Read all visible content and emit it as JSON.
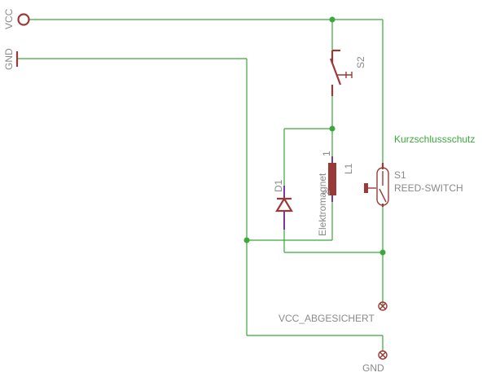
{
  "labels": {
    "vcc": "VCC",
    "gnd_top": "GND",
    "s2": "S2",
    "kurzschlussschutz": "Kurzschlussschutz",
    "s1": "S1",
    "reed_switch": "REED-SWITCH",
    "l1": "L1",
    "l1_pin1": "1",
    "l1_pin2": "2",
    "elektromagnet": "Elektromagnet",
    "d1": "D1",
    "vcc_abgesichert": "VCC_ABGESICHERT",
    "gnd_bottom": "GND"
  },
  "colors": {
    "wire": "#3aa83a",
    "symbol": "#9a3a38",
    "label": "#8a8a8a",
    "purple": "#7a3a9a"
  }
}
